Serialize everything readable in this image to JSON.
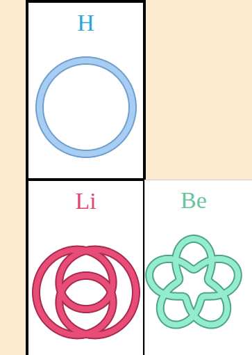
{
  "diagram": {
    "nodes": [
      {
        "text": [
          "H"
        ]
      },
      {
        "text": [
          "Li"
        ]
      },
      {
        "text": [
          "Be"
        ]
      }
    ]
  }
}
